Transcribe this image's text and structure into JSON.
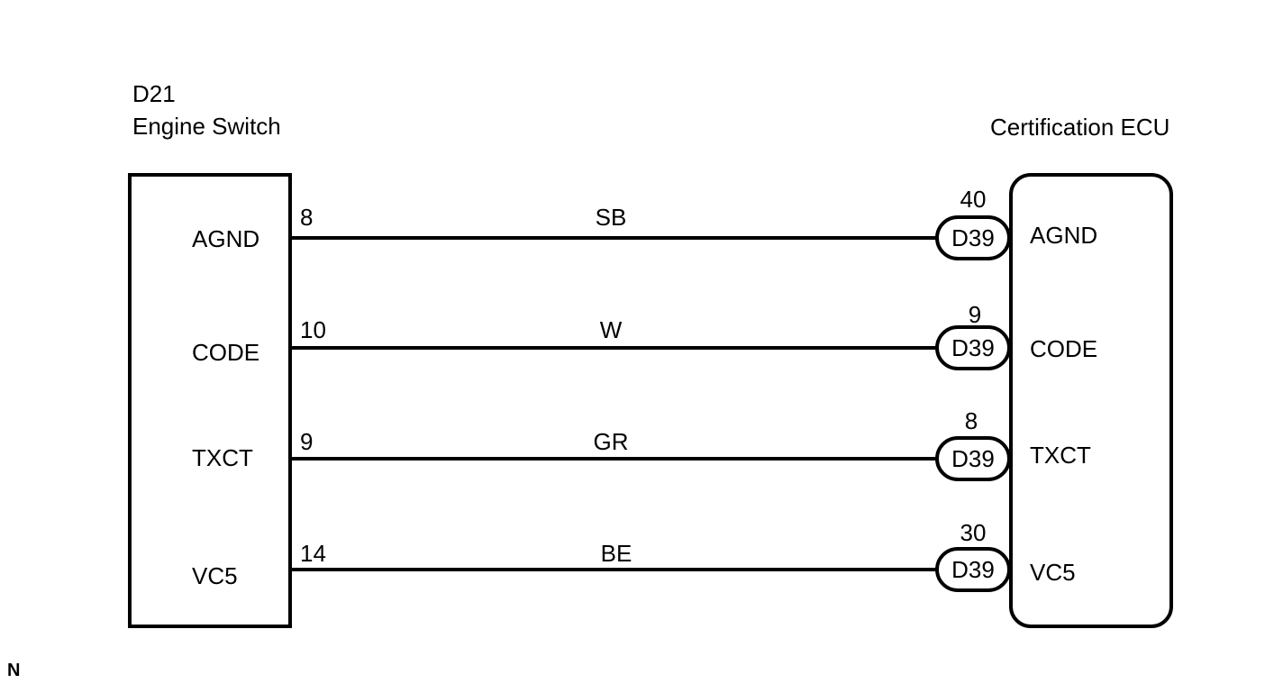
{
  "left_component": {
    "code": "D21",
    "name": "Engine Switch"
  },
  "right_component": {
    "name": "Certification ECU"
  },
  "wires": [
    {
      "left_terminal": "AGND",
      "left_pin": "8",
      "color": "SB",
      "connector": "D39",
      "right_pin": "40",
      "right_terminal": "AGND"
    },
    {
      "left_terminal": "CODE",
      "left_pin": "10",
      "color": "W",
      "connector": "D39",
      "right_pin": "9",
      "right_terminal": "CODE"
    },
    {
      "left_terminal": "TXCT",
      "left_pin": "9",
      "color": "GR",
      "connector": "D39",
      "right_pin": "8",
      "right_terminal": "TXCT"
    },
    {
      "left_terminal": "VC5",
      "left_pin": "14",
      "color": "BE",
      "connector": "D39",
      "right_pin": "30",
      "right_terminal": "VC5"
    }
  ],
  "corner_mark": "N"
}
